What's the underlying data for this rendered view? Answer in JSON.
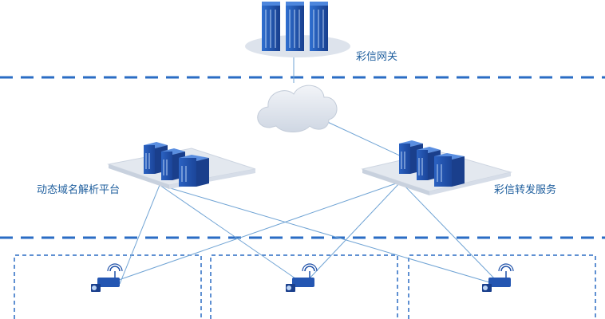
{
  "labels": {
    "gateway": "彩信网关",
    "dns_platform": "动态域名解析平台",
    "mms_forward": "彩信转发服务"
  },
  "colors": {
    "rack": "#1e50a8",
    "server": "#2456b2",
    "platform": "#e3e8ef",
    "cloud": "#dde3ec",
    "line": "#6fa3d4",
    "dash": "#2a6cc4",
    "text": "#1f5f9e"
  },
  "icons": {
    "gateway": "server-rack-icon",
    "cloud": "cloud-icon",
    "servers": "server-icon",
    "cameras": "camera-icon"
  }
}
